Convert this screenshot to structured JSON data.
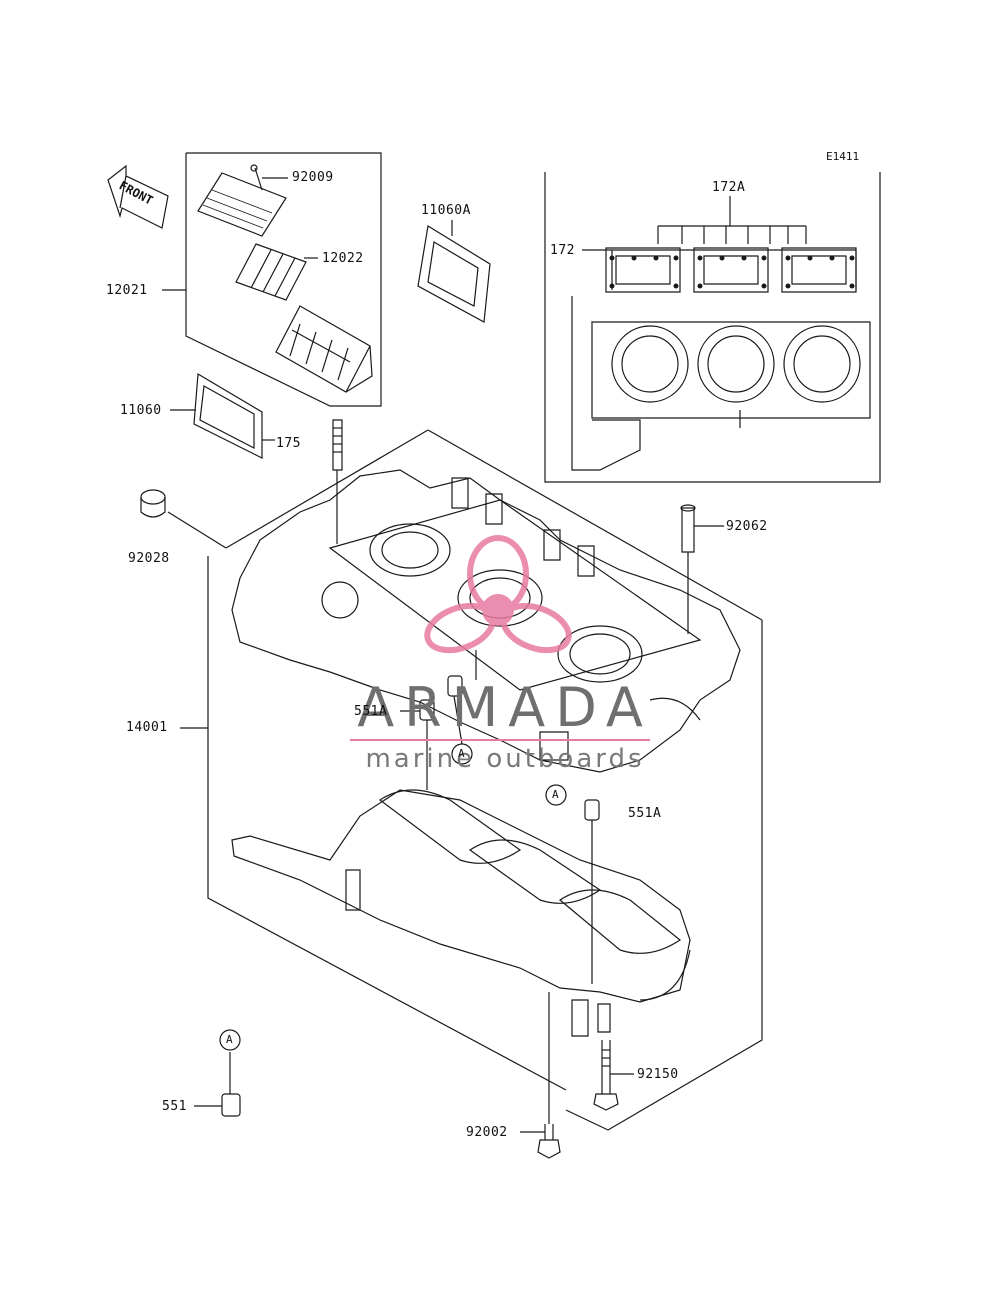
{
  "diagram_code": "E1411",
  "front_label": "FRONT",
  "part_labels": {
    "p92009": "92009",
    "p12022": "12022",
    "p12021": "12021",
    "p11060A": "11060A",
    "p172A": "172A",
    "p172": "172",
    "p11060": "11060",
    "p175": "175",
    "p92028": "92028",
    "p92062": "92062",
    "p14001": "14001",
    "p551A_upper": "551A",
    "p551A_right": "551A",
    "p92150": "92150",
    "p551": "551",
    "p92002": "92002"
  },
  "ref_marks": [
    "A",
    "A",
    "A"
  ],
  "watermark": {
    "brand": "ARMADA",
    "tagline": "marine outboards",
    "accent_color": "#e87aa0"
  }
}
